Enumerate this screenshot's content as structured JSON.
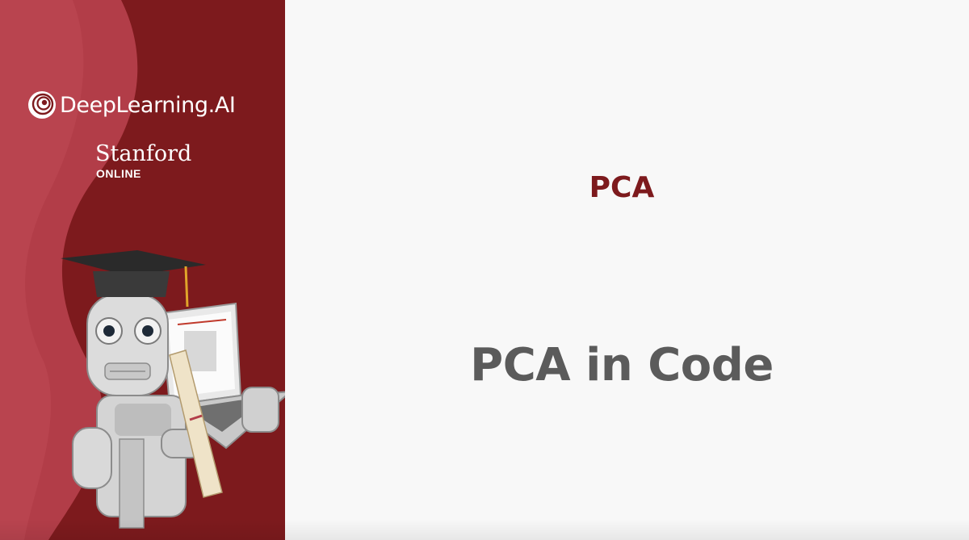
{
  "brand": {
    "name": "DeepLearning.AI",
    "partner_name": "Stanford",
    "partner_sub": "ONLINE"
  },
  "slide": {
    "section": "PCA",
    "title": "PCA in Code"
  },
  "colors": {
    "accent": "#7d1a1d",
    "title_gray": "#5b5b5b",
    "background": "#f8f8f8"
  }
}
